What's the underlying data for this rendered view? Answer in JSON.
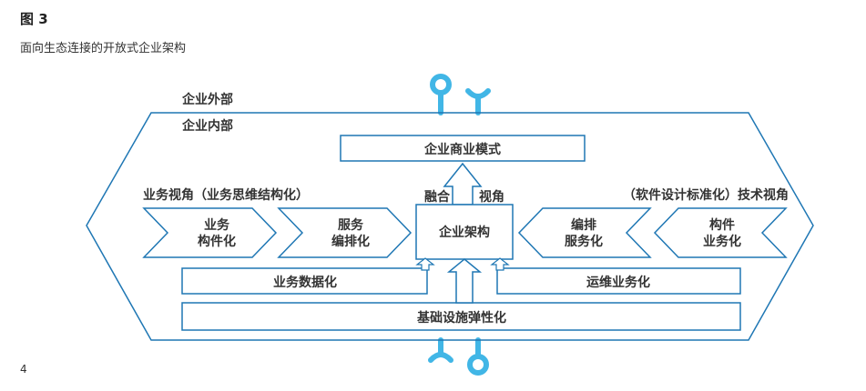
{
  "figure": {
    "label": "图 3",
    "caption": "面向生态连接的开放式企业架构",
    "page_number": "4"
  },
  "colors": {
    "stroke": "#1f77b4",
    "connector": "#41b6e6",
    "text": "#333333"
  },
  "diagram": {
    "outer_label": "企业外部",
    "inner_label": "企业内部",
    "business_model": "企业商业模式",
    "fusion_left": "融合",
    "fusion_right": "视角",
    "business_view_title": "业务视角（业务思维结构化）",
    "tech_view_title": "（软件设计标准化）技术视角",
    "left_chevrons": [
      {
        "line1": "业务",
        "line2": "构件化"
      },
      {
        "line1": "服务",
        "line2": "编排化"
      }
    ],
    "right_chevrons": [
      {
        "line1": "编排",
        "line2": "服务化"
      },
      {
        "line1": "构件",
        "line2": "业务化"
      }
    ],
    "center": "企业架构",
    "business_data": "业务数据化",
    "ops_business": "运维业务化",
    "infrastructure": "基础设施弹性化",
    "connectors": [
      "top-socket-icon",
      "top-plug-icon",
      "bottom-plug-icon",
      "bottom-socket-icon"
    ]
  }
}
